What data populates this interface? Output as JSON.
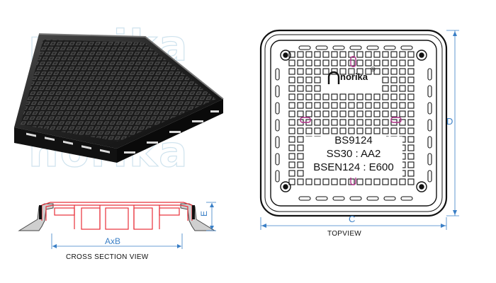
{
  "watermark": {
    "brand": "norika"
  },
  "photo": {
    "description_icon": "manhole-cover-photo-icon"
  },
  "cross_section": {
    "caption": "CROSS SECTION VIEW",
    "dim_width_label": "AxB",
    "dim_height_label": "E"
  },
  "top_view": {
    "caption": "TOPVIEW",
    "dim_width_label": "C",
    "dim_height_label": "D",
    "logo_text": "norika",
    "logo_mark": "®",
    "line1": "BS9124",
    "line2": "SS30 : AA2",
    "line3": "BSEN124 : E600"
  },
  "colors": {
    "cast_iron": "#1a1a1a",
    "section_outline": "#e8303a",
    "dimension_line": "#3a7fc6",
    "lifting_key": "#b0308a",
    "watermark": "#cfe3ee"
  }
}
